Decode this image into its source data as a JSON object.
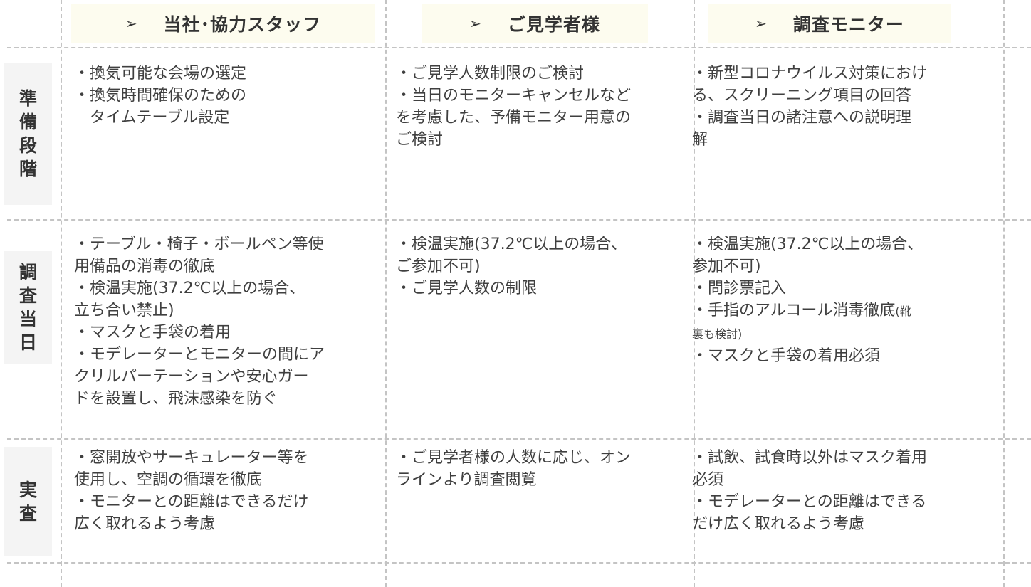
{
  "headers": [
    {
      "arrow": "➢",
      "label": "当社･協力スタッフ"
    },
    {
      "arrow": "➢",
      "label": "ご見学者様"
    },
    {
      "arrow": "➢",
      "label": "調査モニター"
    }
  ],
  "rows": [
    {
      "label": [
        "準",
        "備",
        "段",
        "階"
      ],
      "cells": [
        [
          "・換気可能な会場の選定",
          "・換気時間確保のための",
          "　タイムテーブル設定"
        ],
        [
          "・ご見学人数制限のご検討",
          "・当日のモニターキャンセルなど",
          "を考慮した、予備モニター用意の",
          "ご検討"
        ],
        [
          "・新型コロナウイルス対策におけ",
          "る、スクリーニング項目の回答",
          "・調査当日の諸注意への説明理",
          "解"
        ]
      ]
    },
    {
      "label": [
        "調",
        "査",
        "当",
        "日"
      ],
      "cells": [
        [
          "・テーブル・椅子・ボールペン等使",
          "用備品の消毒の徹底",
          "・検温実施(37.2℃以上の場合、",
          "立ち合い禁止)",
          "・マスクと手袋の着用",
          "・モデレーターとモニターの間にア",
          "クリルパーテーションや安心ガー",
          "ドを設置し、飛沫感染を防ぐ"
        ],
        [
          "・検温実施(37.2℃以上の場合、",
          "ご参加不可)",
          "・ご見学人数の制限"
        ],
        [
          "・検温実施(37.2℃以上の場合、",
          "参加不可)",
          "・問診票記入",
          {
            "t": "・手指のアルコール消毒徹底",
            "s": "(靴"
          },
          {
            "t": "",
            "s": "裏も検討)"
          },
          "・マスクと手袋の着用必須"
        ]
      ]
    },
    {
      "label": [
        "実",
        "査"
      ],
      "cells": [
        [
          "・窓開放やサーキュレーター等を",
          "使用し、空調の循環を徹底",
          "・モニターとの距離はできるだけ",
          "広く取れるよう考慮"
        ],
        [
          "・ご見学者様の人数に応じ、オン",
          "ラインより調査閲覧"
        ],
        [
          "・試飲、試食時以外はマスク着用",
          "必須",
          "・モデレーターとの距離はできる",
          "だけ広く取れるよう考慮"
        ]
      ]
    }
  ]
}
